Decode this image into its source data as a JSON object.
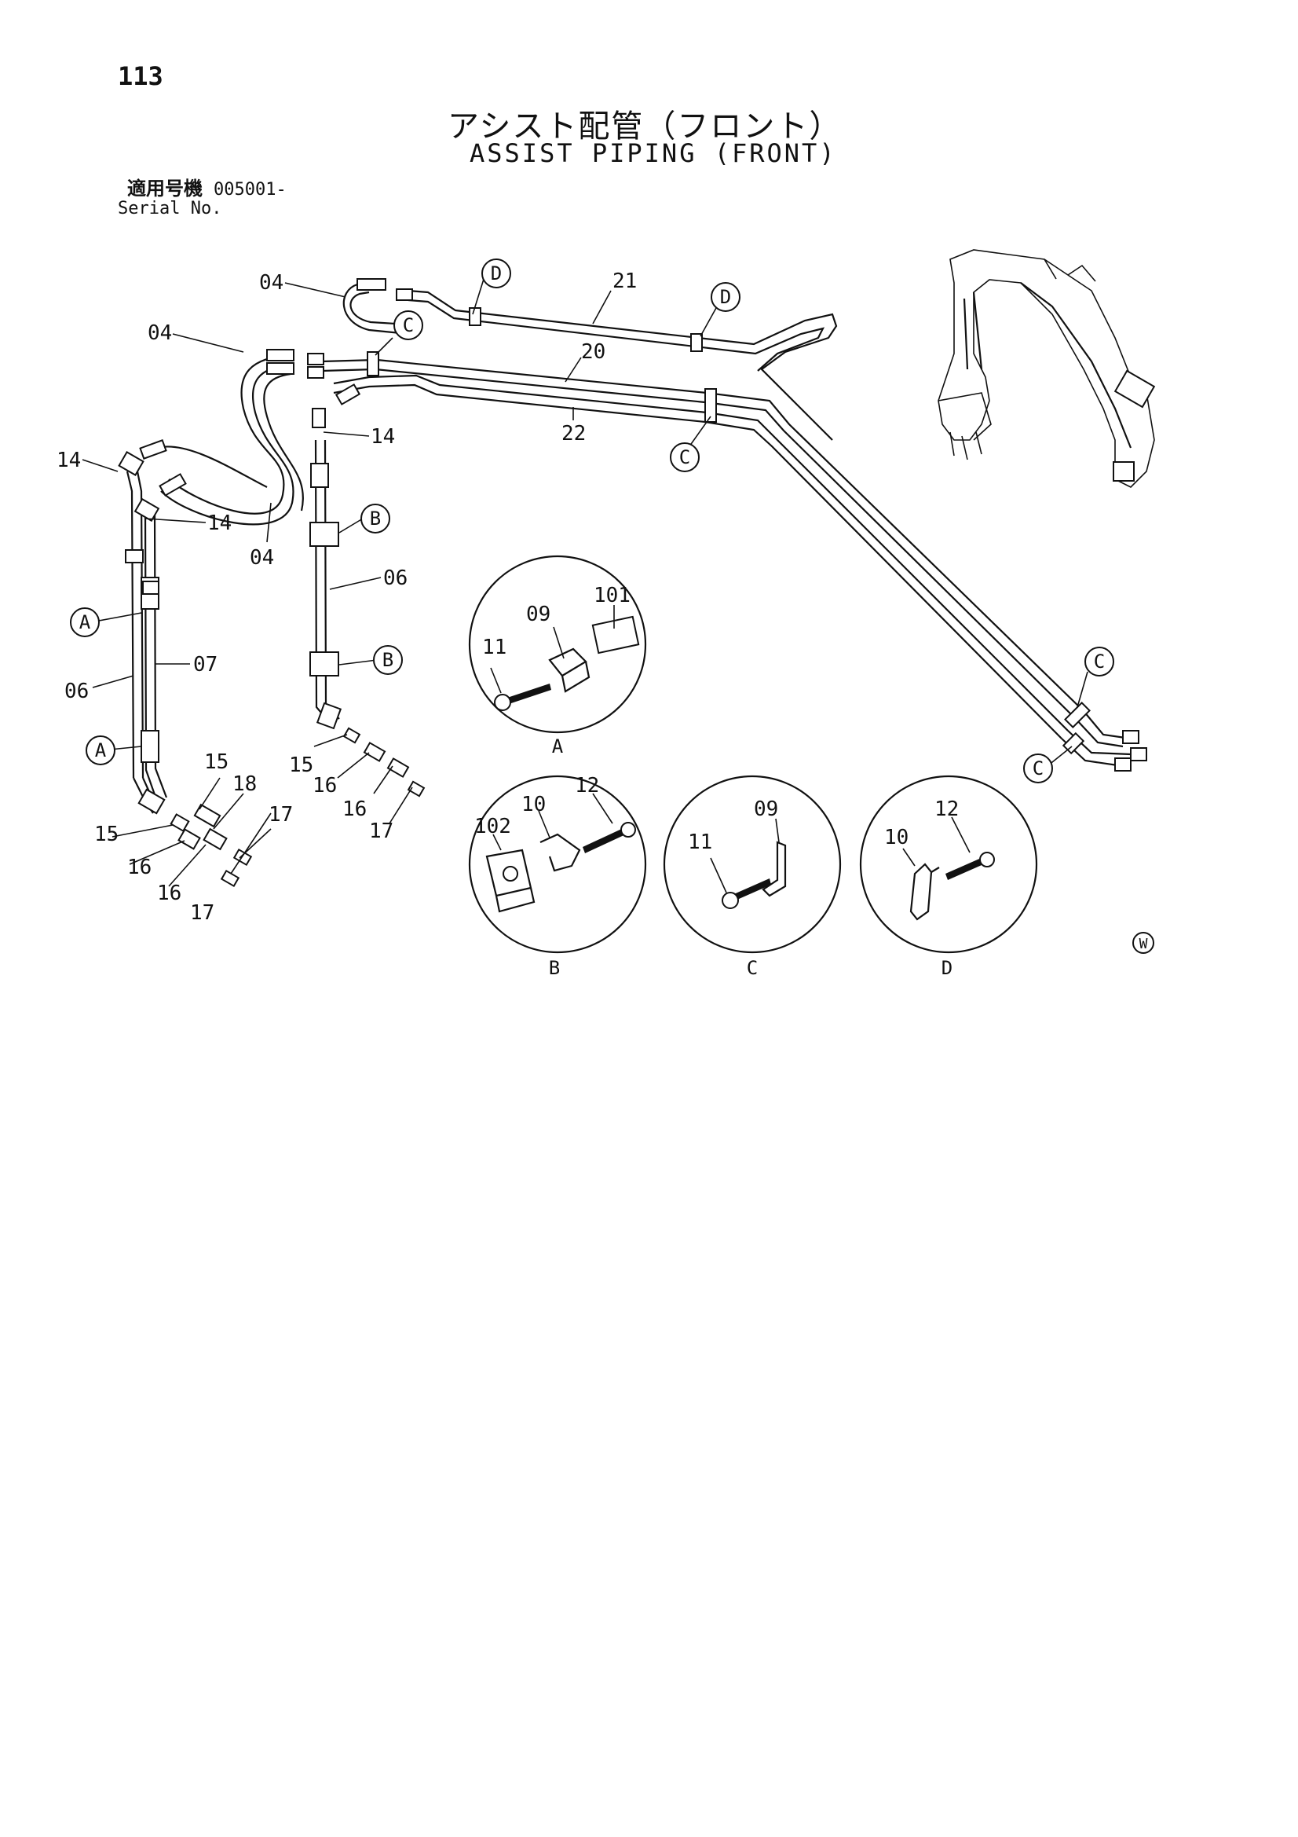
{
  "page_number": "113",
  "title_jp": "アシスト配管（フロント）",
  "title_en": "ASSIST PIPING (FRONT)",
  "serial": {
    "label_jp": "適用号機",
    "value": "005001-",
    "label_en": "Serial No."
  },
  "callouts": {
    "p04a": "04",
    "p04b": "04",
    "p04c": "04",
    "p21": "21",
    "p20": "20",
    "p22": "22",
    "p14a": "14",
    "p14b": "14",
    "p14c": "14",
    "p06a": "06",
    "p06b": "06",
    "p07": "07",
    "p15a": "15",
    "p15b": "15",
    "p15c": "15",
    "p16a": "16",
    "p16b": "16",
    "p16c": "16",
    "p16d": "16",
    "p17a": "17",
    "p17b": "17",
    "p17c": "17",
    "p18": "18"
  },
  "ref_markers": {
    "A1": "A",
    "A2": "A",
    "B1": "B",
    "B2": "B",
    "C1": "C",
    "C2": "C",
    "C3": "C",
    "C4": "C",
    "D1": "D",
    "D2": "D"
  },
  "details": {
    "A": {
      "label": "A",
      "parts": [
        "101",
        "09",
        "11"
      ]
    },
    "B": {
      "label": "B",
      "parts": [
        "102",
        "10",
        "12"
      ]
    },
    "C": {
      "label": "C",
      "parts": [
        "09",
        "11"
      ]
    },
    "D": {
      "label": "D",
      "parts": [
        "10",
        "12"
      ]
    }
  },
  "corner_mark": "W"
}
